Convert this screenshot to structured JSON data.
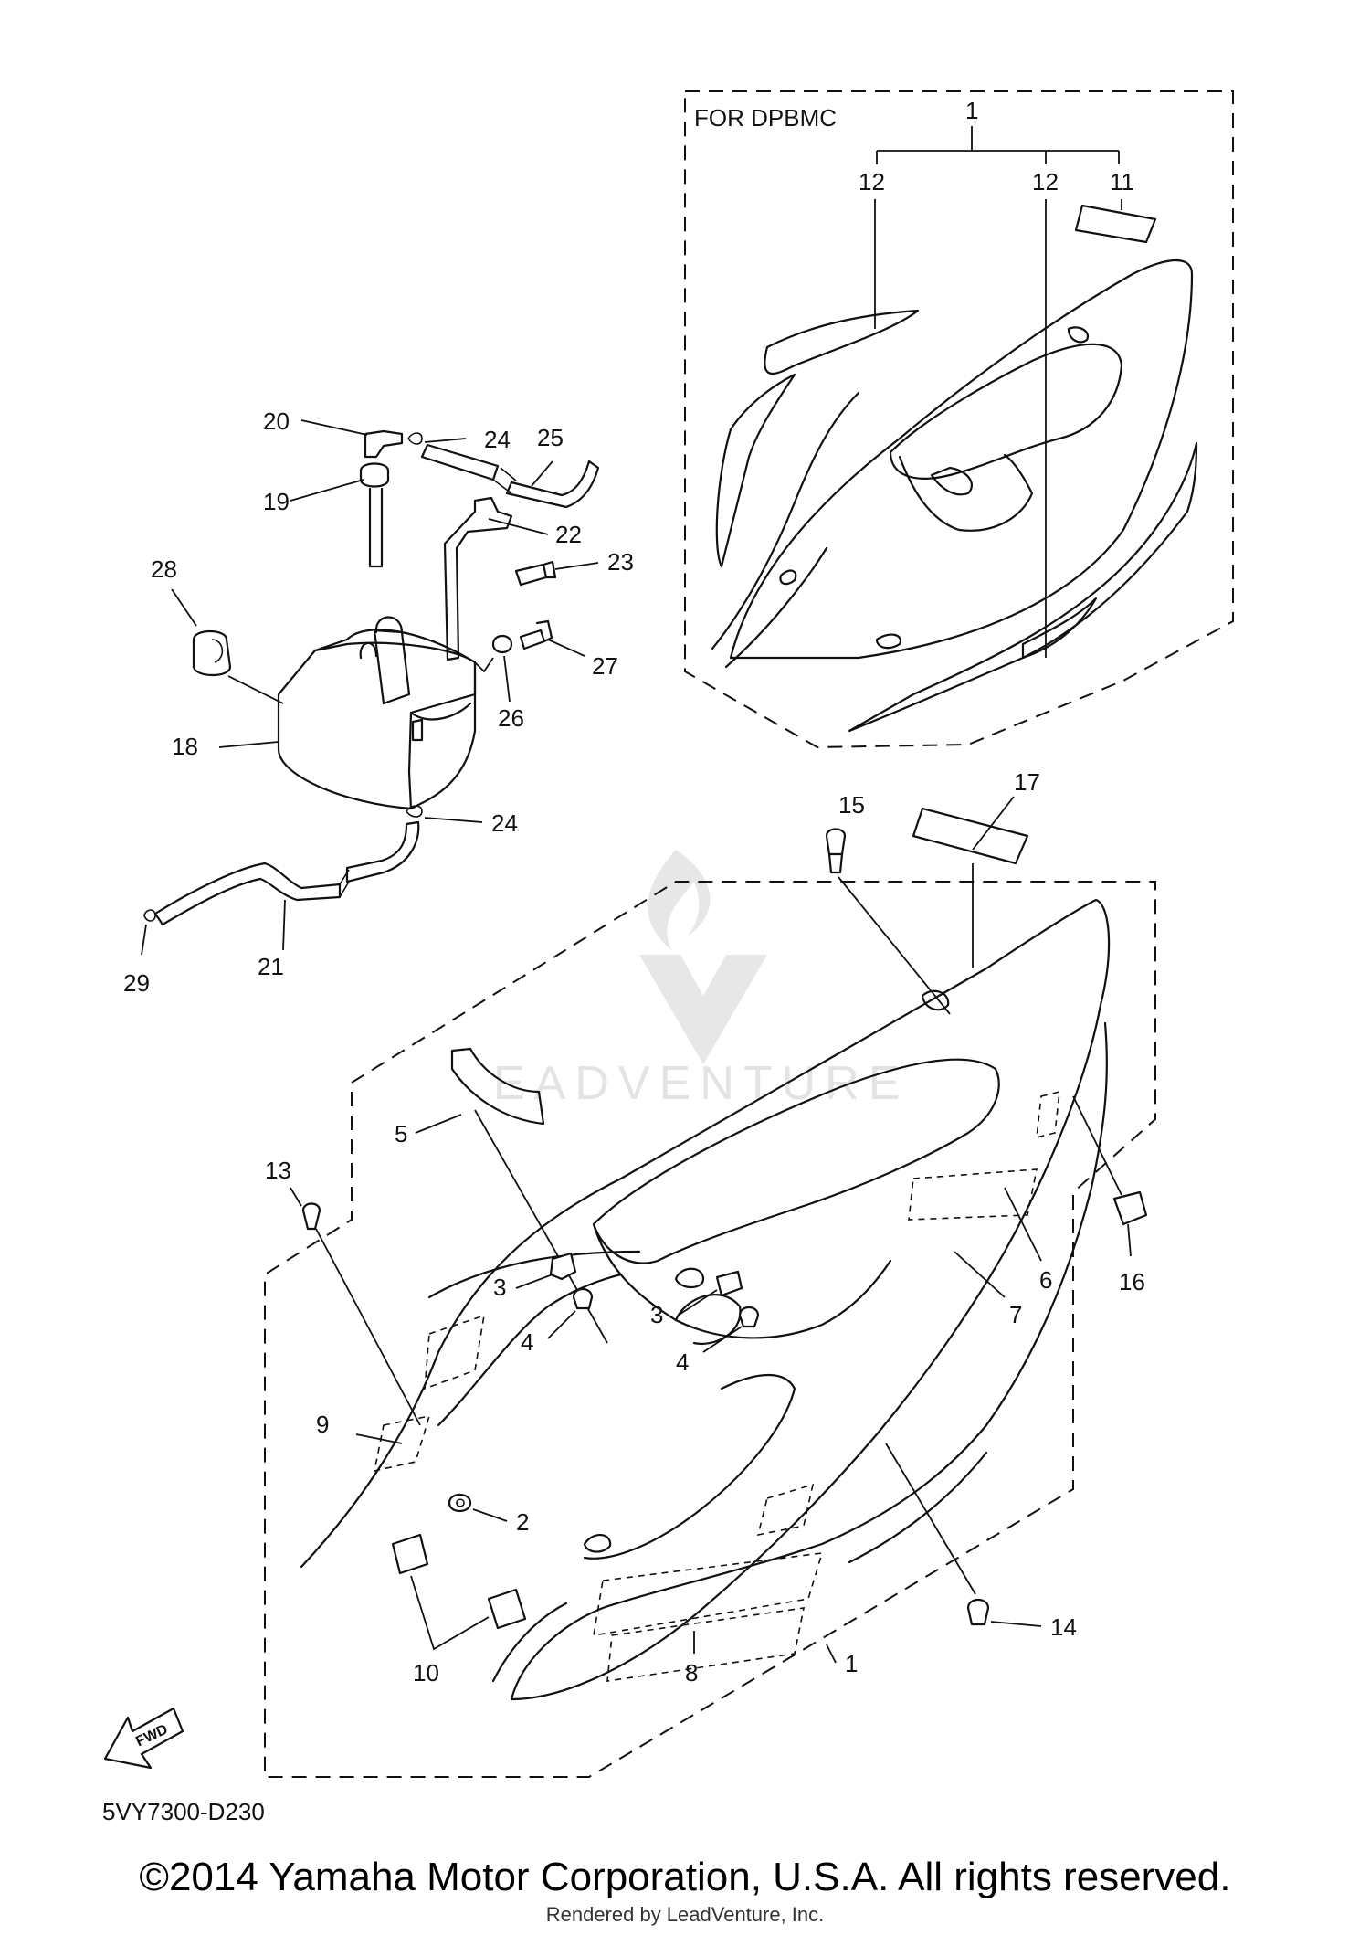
{
  "diagram": {
    "variant_label": "FOR DPBMC",
    "drawing_code": "5VY7300-D230",
    "fwd_label": "FWD",
    "watermark_text": "EADVENTURE",
    "labels": {
      "p1_top": "1",
      "p12_a": "12",
      "p12_b": "12",
      "p11": "11",
      "p20": "20",
      "p24_a": "24",
      "p25": "25",
      "p19": "19",
      "p22": "22",
      "p23": "23",
      "p28": "28",
      "p27": "27",
      "p26": "26",
      "p18": "18",
      "p24_b": "24",
      "p21": "21",
      "p29": "29",
      "p15": "15",
      "p17": "17",
      "p5": "5",
      "p13": "13",
      "p16": "16",
      "p6": "6",
      "p3_a": "3",
      "p3_b": "3",
      "p9": "9",
      "p4_a": "4",
      "p4_b": "4",
      "p7": "7",
      "p2": "2",
      "p10": "10",
      "p8": "8",
      "p14": "14",
      "p1_bottom": "1"
    }
  },
  "footer": {
    "copyright": "©2014 Yamaha Motor Corporation, U.S.A. All rights reserved.",
    "rendered_by": "Rendered by LeadVenture, Inc."
  }
}
